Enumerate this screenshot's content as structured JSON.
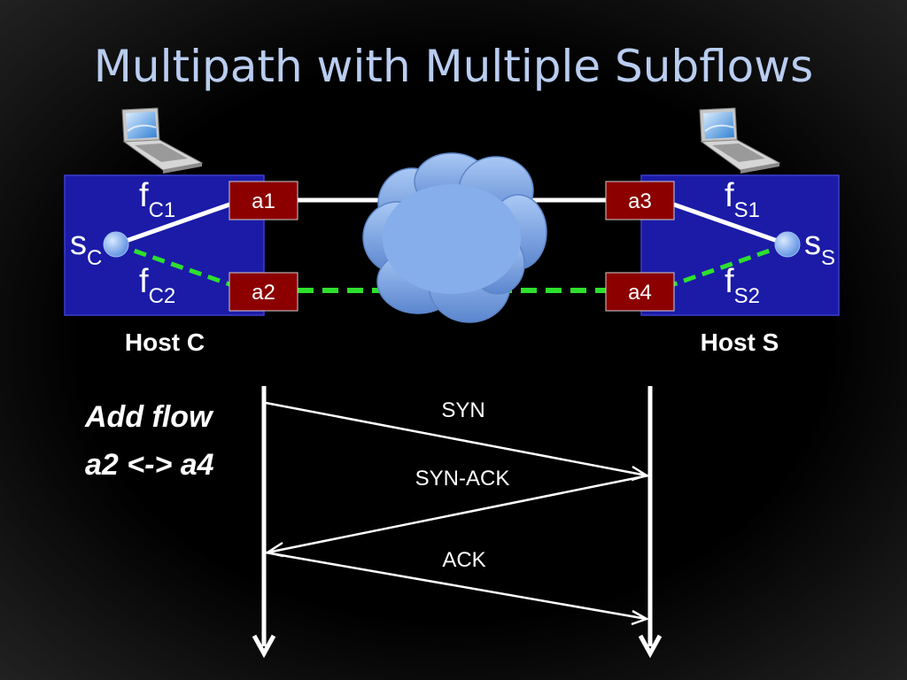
{
  "title": "Multipath with Multiple Subflows",
  "hosts": {
    "client": {
      "label": "Host C",
      "socket": {
        "base": "s",
        "sub": "C"
      },
      "flows": [
        {
          "base": "f",
          "sub": "C1"
        },
        {
          "base": "f",
          "sub": "C2"
        }
      ],
      "ports": [
        "a1",
        "a2"
      ]
    },
    "server": {
      "label": "Host S",
      "socket": {
        "base": "s",
        "sub": "S"
      },
      "flows": [
        {
          "base": "f",
          "sub": "S1"
        },
        {
          "base": "f",
          "sub": "S2"
        }
      ],
      "ports": [
        "a3",
        "a4"
      ]
    }
  },
  "note": {
    "line1": "Add flow",
    "line2": "a2 <-> a4"
  },
  "messages": [
    "SYN",
    "SYN-ACK",
    "ACK"
  ],
  "colors": {
    "host_box": "#1b1ba8",
    "port_box": "#8c0000",
    "dashed_link": "#2ee02e",
    "solid_link": "#ffffff",
    "cloud": "#7aa4e4",
    "title": "#b9cdf0"
  },
  "icons": [
    "laptop-icon",
    "cloud-icon"
  ]
}
